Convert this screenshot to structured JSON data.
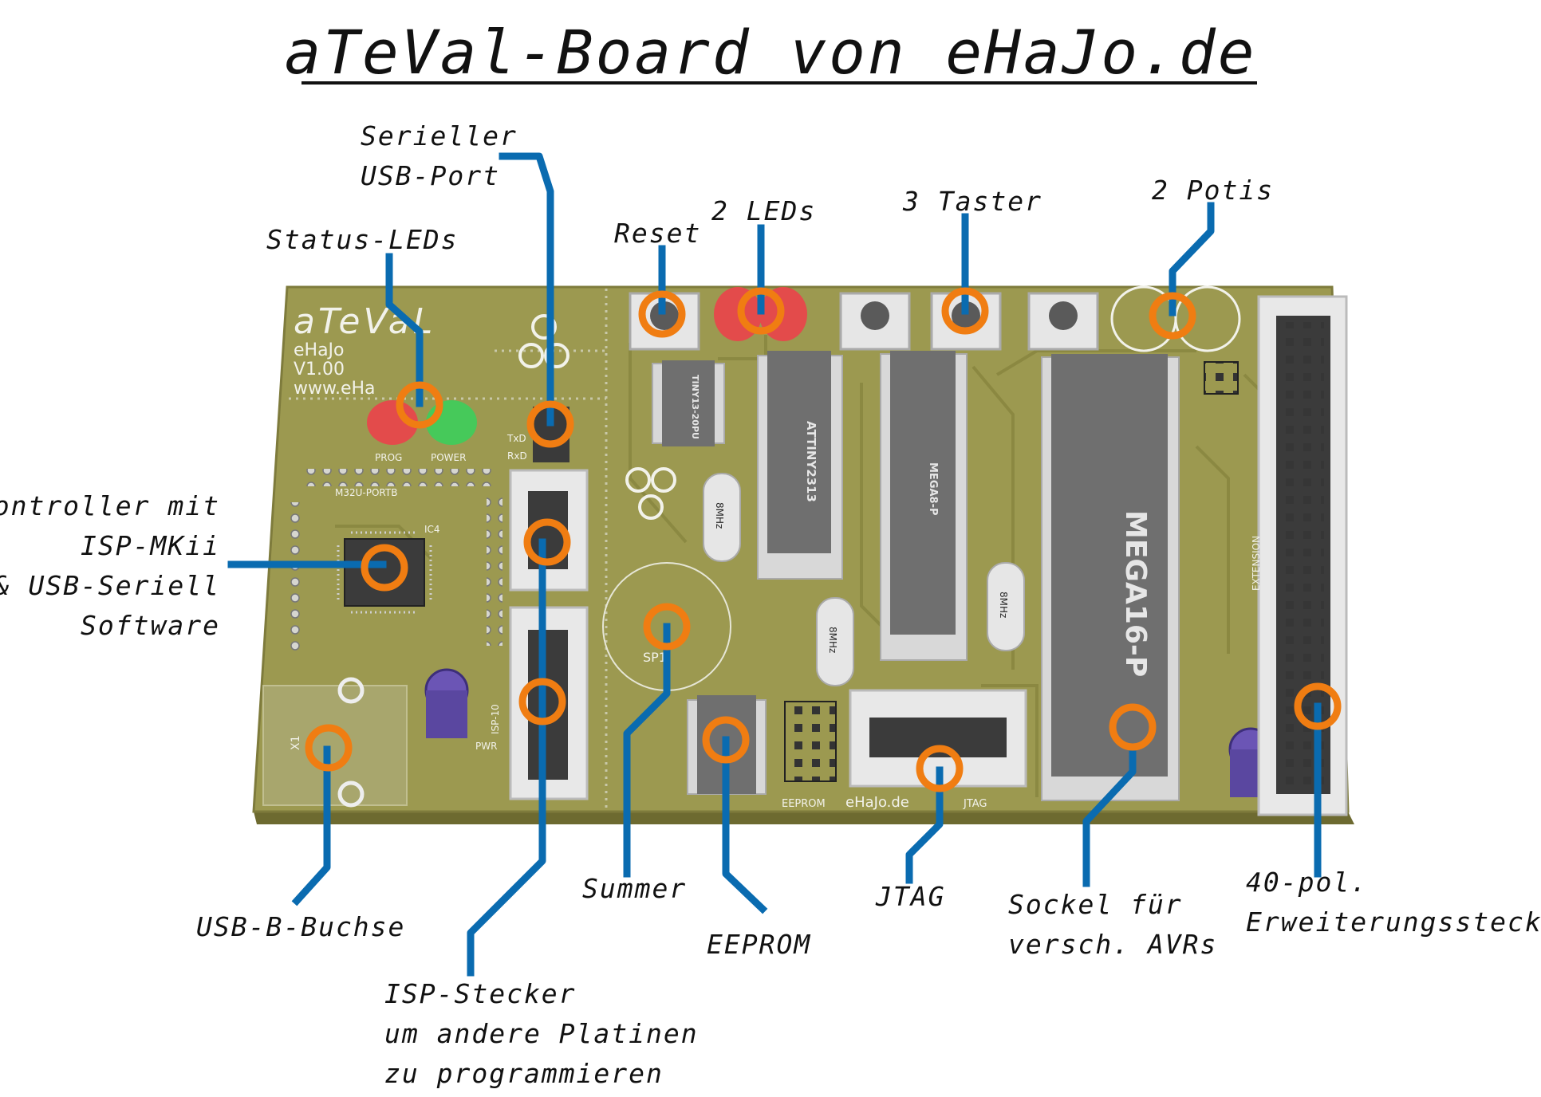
{
  "title": "aTeVal-Board von eHaJo.de",
  "colors": {
    "board": "#9c9950",
    "board_dark": "#7e7b3c",
    "leader": "#0a6bb0",
    "marker": "#f07d12",
    "socket": "#d8d8d8",
    "chip": "#6f6f6f"
  },
  "board_silkscreen": {
    "name": "aTeVaL",
    "maker": "eHaJo",
    "version": "V1.00",
    "url": "www.eHa",
    "led_prog": "PROG",
    "led_power": "POWER",
    "chip_attiny2313": "ATTINY2313",
    "chip_mega8": "MEGA8-P",
    "chip_mega16": "MEGA16-P",
    "chip_tiny13": "TINY13-20PU",
    "crystal": "8MHz",
    "footer_brand": "eHaJo.de",
    "jtag": "JTAG",
    "eeprom": "EEPROM",
    "extension": "EXTENSION",
    "speaker": "SP1",
    "usb": "X1",
    "txd": "TxD",
    "rxd": "RxD",
    "m32u_portb": "M32U-PORTB",
    "isp10": "ISP-10",
    "ic4": "IC4",
    "pwr": "PWR"
  },
  "callouts": {
    "serial_usb_line1": "Serieller",
    "serial_usb_line2": "USB-Port",
    "status_leds": "Status-LEDs",
    "reset": "Reset",
    "two_leds": "2 LEDs",
    "three_buttons": "3 Taster",
    "two_pots": "2 Potis",
    "controller_line1": "Controller mit",
    "controller_line2": "ISP-MKii",
    "controller_line3": "& USB-Seriell",
    "controller_line4": "Software",
    "usb_b": "USB-B-Buchse",
    "isp_line1": "ISP-Stecker",
    "isp_line2": "um andere Platinen",
    "isp_line3": "zu programmieren",
    "buzzer": "Summer",
    "eeprom": "EEPROM",
    "jtag": "JTAG",
    "socket_line1": "Sockel für",
    "socket_line2": "versch. AVRs",
    "ext_line1": "40-pol.",
    "ext_line2": "Erweiterungsstecker"
  }
}
